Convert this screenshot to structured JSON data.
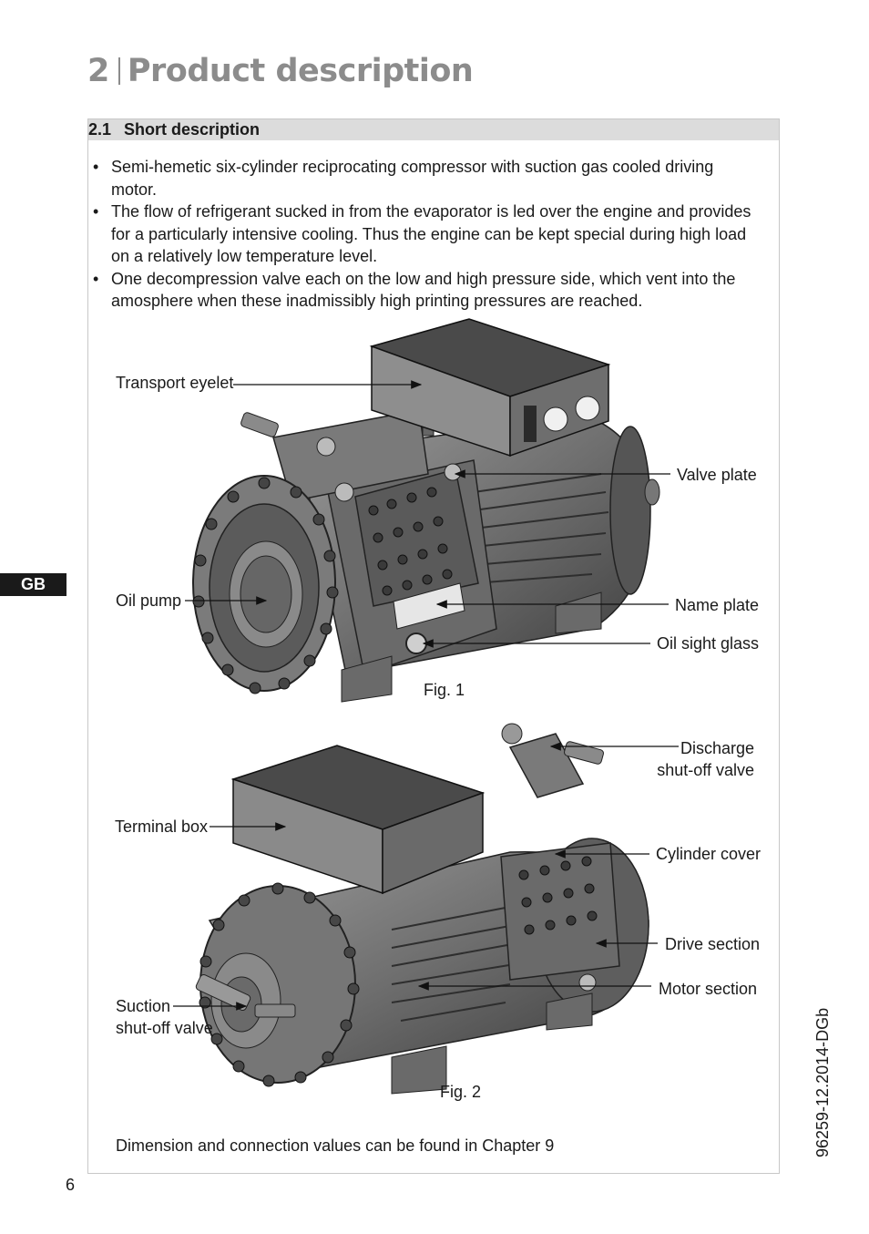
{
  "chapter": {
    "number": "2",
    "title": "Product description"
  },
  "section": {
    "number": "2.1",
    "title": "Short description"
  },
  "bullets": [
    "Semi-hemetic six-cylinder reciprocating compressor with suction gas cooled driving motor.",
    "The flow of refrigerant sucked in from the evaporator is led over the engine and provides for a particularly intensive cooling. Thus the engine can be kept special during high load on a relatively low temperature level.",
    "One decompression valve each on the low and high pressure side, which vent into the amosphere when these inadmissibly high printing pressures are reached."
  ],
  "figure1": {
    "caption": "Fig. 1",
    "labels": {
      "transport_eyelet": "Transport eyelet",
      "valve_plate": "Valve plate",
      "oil_pump": "Oil pump",
      "name_plate": "Name plate",
      "oil_sight_glass": "Oil sight glass"
    }
  },
  "figure2": {
    "caption": "Fig. 2",
    "labels": {
      "discharge_1": "Discharge",
      "discharge_2": "shut-off valve",
      "terminal_box": "Terminal box",
      "cylinder_cover": "Cylinder cover",
      "drive_section": "Drive section",
      "motor_section": "Motor section",
      "suction_1": "Suction",
      "suction_2": "shut-off valve"
    }
  },
  "note": "Dimension and connection values can be found in Chapter 9",
  "language_tab": "GB",
  "page_number": "6",
  "doc_number": "96259-12.2014-DGb"
}
